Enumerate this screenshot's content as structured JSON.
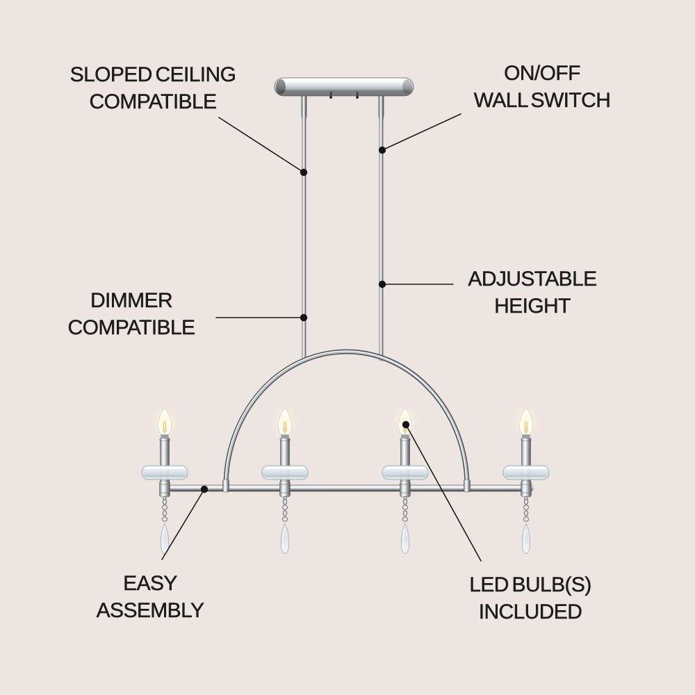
{
  "colors": {
    "background": "#ede5e1",
    "text": "#1e1c1b",
    "callout_line": "#1a1a1a",
    "chrome_highlight": "#fafbfb",
    "chrome_shadow": "#55585b",
    "bulb_glow": "#fff3cf"
  },
  "diagram": {
    "subject": "4-light chrome arch linear chandelier with crystal drops",
    "light_count": 4,
    "callouts": [
      {
        "id": "sloped-ceiling",
        "line1": "SLOPED CEILING",
        "line2": "COMPATIBLE"
      },
      {
        "id": "on-off-wall-switch",
        "line1": "ON/OFF",
        "line2": "WALL SWITCH"
      },
      {
        "id": "dimmer-compatible",
        "line1": "DIMMER",
        "line2": "COMPATIBLE"
      },
      {
        "id": "adjustable-height",
        "line1": "ADJUSTABLE",
        "line2": "HEIGHT"
      },
      {
        "id": "easy-assembly",
        "line1": "EASY",
        "line2": "ASSEMBLY"
      },
      {
        "id": "led-bulbs-included",
        "line1": "LED BULB(S)",
        "line2": "INCLUDED"
      }
    ]
  }
}
